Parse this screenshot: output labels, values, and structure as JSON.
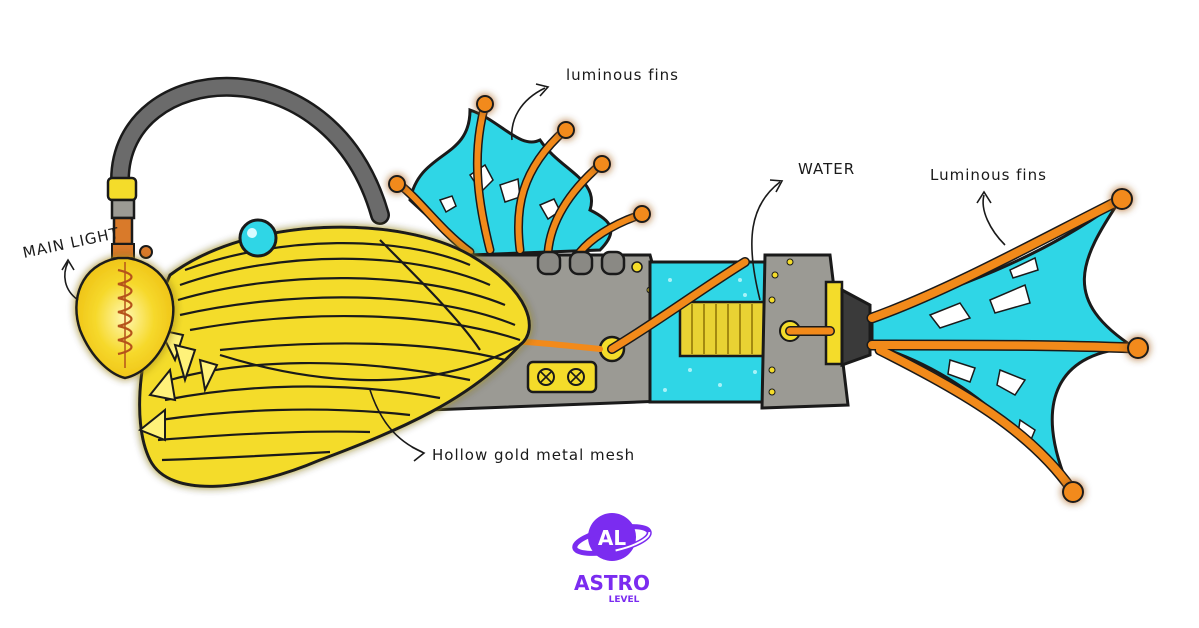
{
  "labels": {
    "main_light": "MAIN LIGHT",
    "luminous_fins_top": "luminous fins",
    "water": "WATER",
    "luminous_fins_tail": "Luminous fins",
    "mesh": "Hollow gold metal mesh"
  },
  "logo": {
    "monogram": "AL",
    "name": "ASTRO",
    "sub": "LEVEL",
    "color": "#7b2cf0"
  },
  "colors": {
    "gold": "#f4dc2a",
    "gold_glow": "#fff27a",
    "cyan": "#2fd6e6",
    "orange": "#f28a1a",
    "metal": "#9b9a94",
    "hose": "#6b6b6b",
    "outline": "#1a1a1a"
  }
}
